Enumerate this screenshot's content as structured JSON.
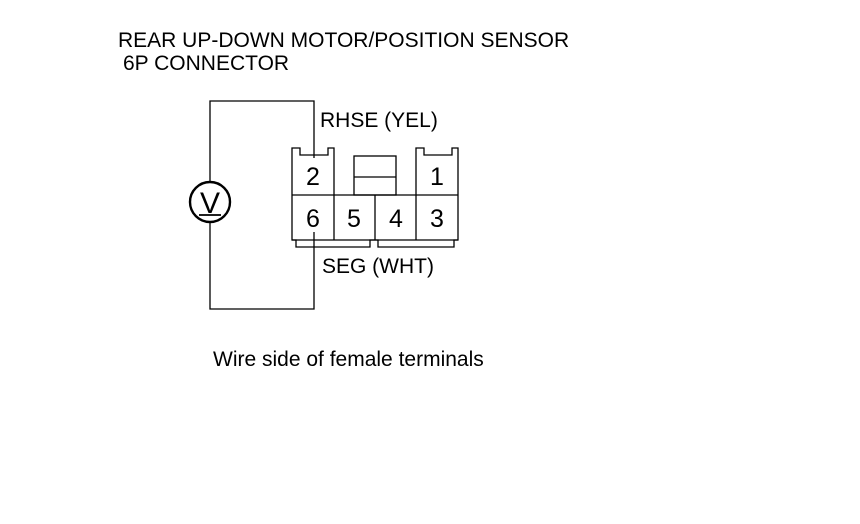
{
  "title": {
    "line1": "REAR UP-DOWN MOTOR/POSITION SENSOR",
    "line2": "6P CONNECTOR"
  },
  "connector": {
    "pins_top": [
      "2",
      "1"
    ],
    "pins_bottom": [
      "6",
      "5",
      "4",
      "3"
    ]
  },
  "labels": {
    "rhse": "RHSE (YEL)",
    "seg": "SEG (WHT)"
  },
  "voltmeter": {
    "symbol": "V",
    "icon": "voltmeter-icon"
  },
  "caption": "Wire side of female terminals"
}
